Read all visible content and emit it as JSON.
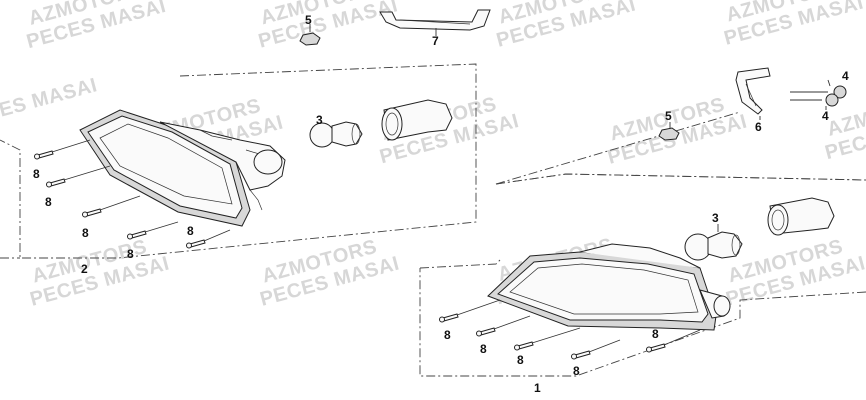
{
  "watermark": {
    "line1": "AZMOTORS",
    "line2": "PECES MASAI"
  },
  "callouts": {
    "c1": "1",
    "c2": "2",
    "c3a": "3",
    "c3b": "3",
    "c4a": "4",
    "c4b": "4",
    "c5a": "5",
    "c5b": "5",
    "c6": "6",
    "c7": "7",
    "c8a": "8",
    "c8b": "8",
    "c8c": "8",
    "c8d": "8",
    "c8e": "8",
    "c8f": "8",
    "c8g": "8",
    "c8h": "8",
    "c8i": "8",
    "c8j": "8"
  }
}
